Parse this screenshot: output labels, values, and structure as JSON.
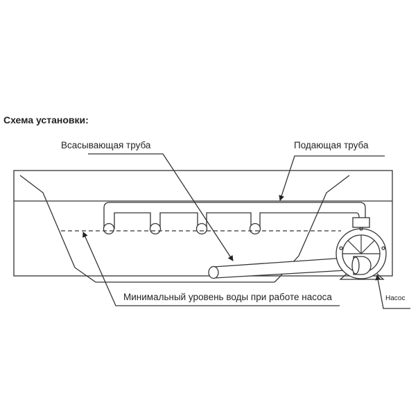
{
  "title": "Схема установки:",
  "labels": {
    "suction_pipe": "Всасывающая труба",
    "supply_pipe": "Подающая труба",
    "min_water_level": "Минимальный уровень воды при работе насоса",
    "pump": "Насос"
  }
}
